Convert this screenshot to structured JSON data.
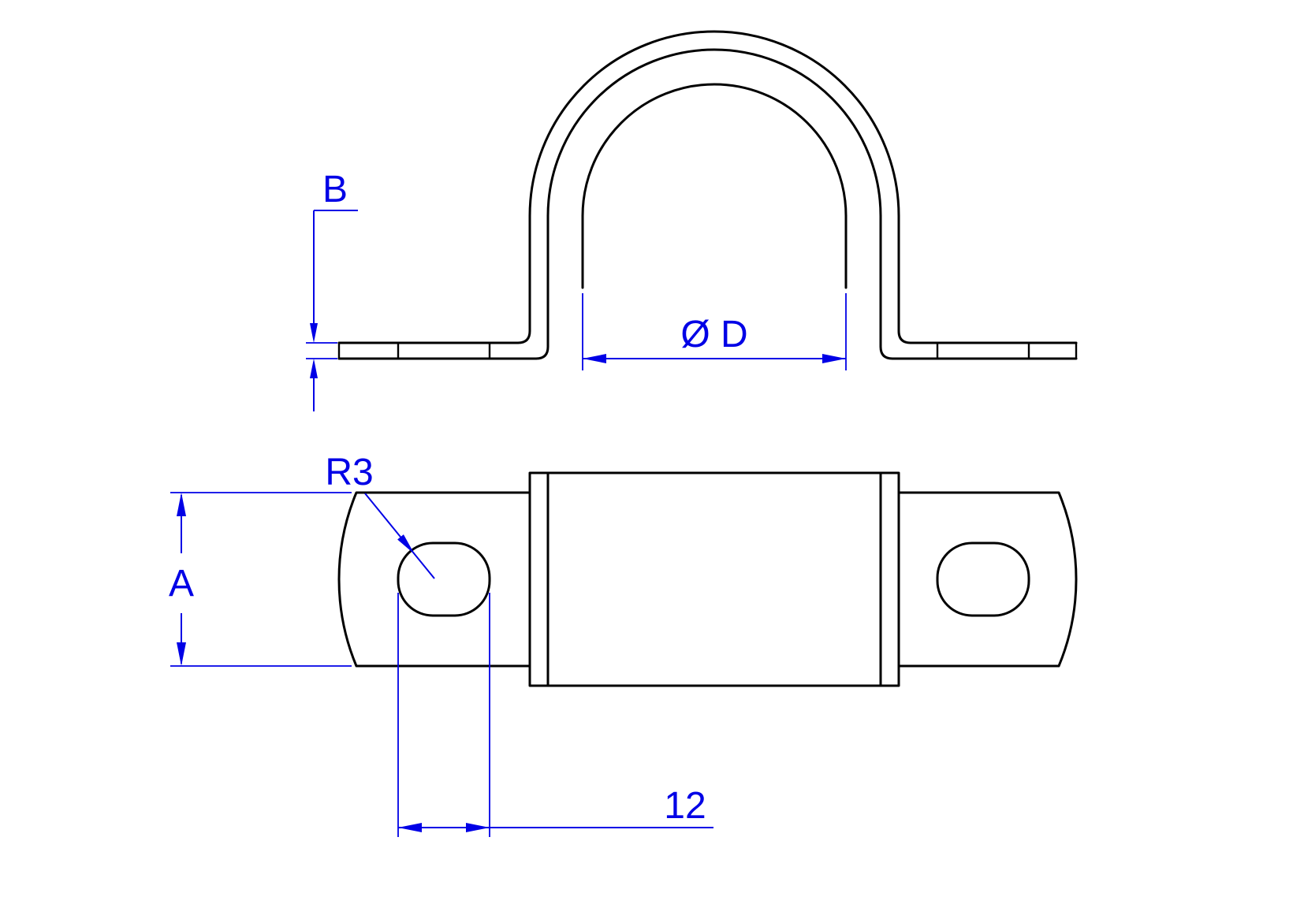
{
  "drawing": {
    "colors": {
      "background": "#ffffff",
      "geometry": "#000000",
      "dimension": "#0000e6"
    },
    "dimensions": {
      "b": {
        "label": "B"
      },
      "d": {
        "label": "Ø D"
      },
      "a": {
        "label": "A"
      },
      "r3": {
        "label": "R3"
      },
      "twelve": {
        "label": "12"
      }
    }
  }
}
